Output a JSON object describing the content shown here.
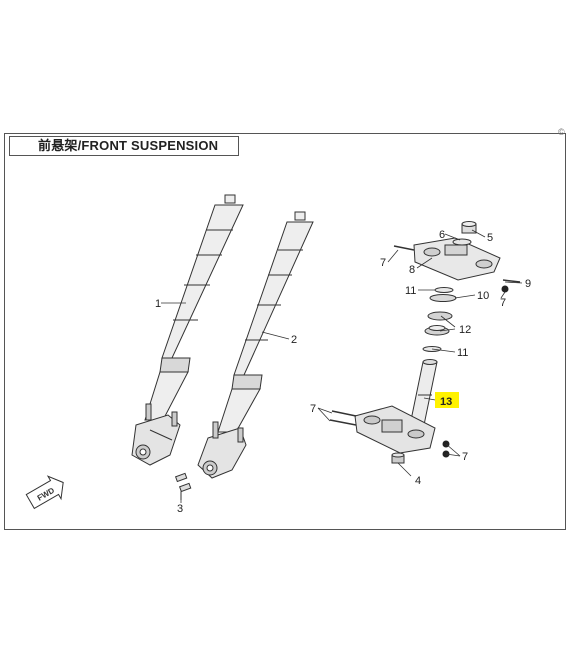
{
  "title": "前悬架/FRONT SUSPENSION",
  "corner_mark": "©",
  "fwd_label": "FWD",
  "callouts": [
    {
      "id": "1",
      "text": "1"
    },
    {
      "id": "2",
      "text": "2"
    },
    {
      "id": "3",
      "text": "3"
    },
    {
      "id": "4",
      "text": "4"
    },
    {
      "id": "5",
      "text": "5"
    },
    {
      "id": "6",
      "text": "6"
    },
    {
      "id": "7a",
      "text": "7"
    },
    {
      "id": "7b",
      "text": "7"
    },
    {
      "id": "7c",
      "text": "7"
    },
    {
      "id": "7d",
      "text": "7"
    },
    {
      "id": "8",
      "text": "8"
    },
    {
      "id": "9",
      "text": "9"
    },
    {
      "id": "10",
      "text": "10"
    },
    {
      "id": "11a",
      "text": "11"
    },
    {
      "id": "11b",
      "text": "11"
    },
    {
      "id": "12",
      "text": "12"
    },
    {
      "id": "13",
      "text": "13"
    }
  ],
  "colors": {
    "highlight": "#fff200",
    "line": "#333333",
    "part_fill": "#e9e9e9",
    "part_shade": "#bdbdbd"
  }
}
